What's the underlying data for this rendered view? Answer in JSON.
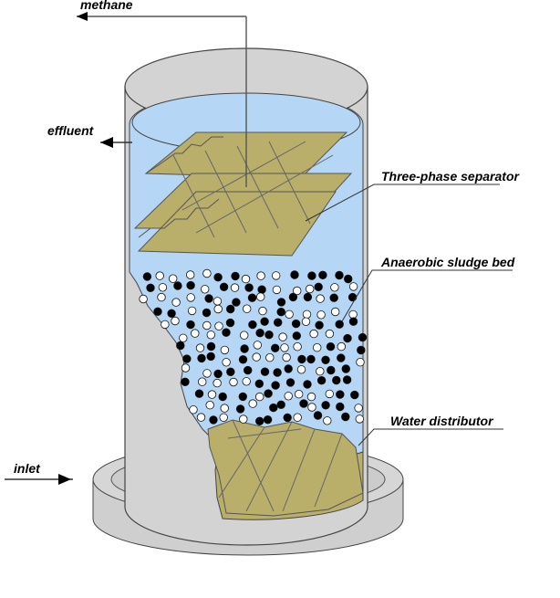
{
  "labels": {
    "methane": "methane",
    "effluent": "effluent",
    "inlet": "inlet",
    "separator": "Three-phase separator",
    "sludge_bed": "Anaerobic sludge bed",
    "water_distributor": "Water distributor"
  },
  "colors": {
    "water": "#b5d6f5",
    "vessel": "#d3d3d3",
    "plates": "#b9ae6a",
    "granule_dark": "#000000",
    "granule_light": "#ffffff",
    "outline": "#444444"
  }
}
